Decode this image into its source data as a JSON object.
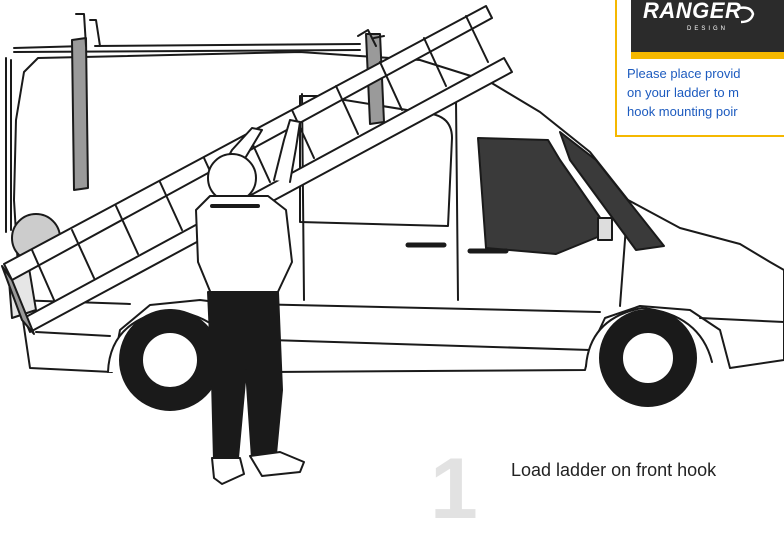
{
  "brand": {
    "name": "RANGER",
    "tagline": "DESIGN"
  },
  "instruction_box": {
    "text": "Please place provid\non your ladder to m\nhook mounting poir"
  },
  "step": {
    "number": "1",
    "caption": "Load ladder on front hook"
  },
  "colors": {
    "accent": "#f5b800",
    "note_text": "#1d5bbf",
    "logo_background": "#2b2b2b",
    "outline": "#1a1a1a",
    "window_tint": "#3a3a3a"
  },
  "icons": [
    "van-illustration",
    "ladder-illustration",
    "worker-illustration",
    "ranger-logo-swoosh"
  ]
}
